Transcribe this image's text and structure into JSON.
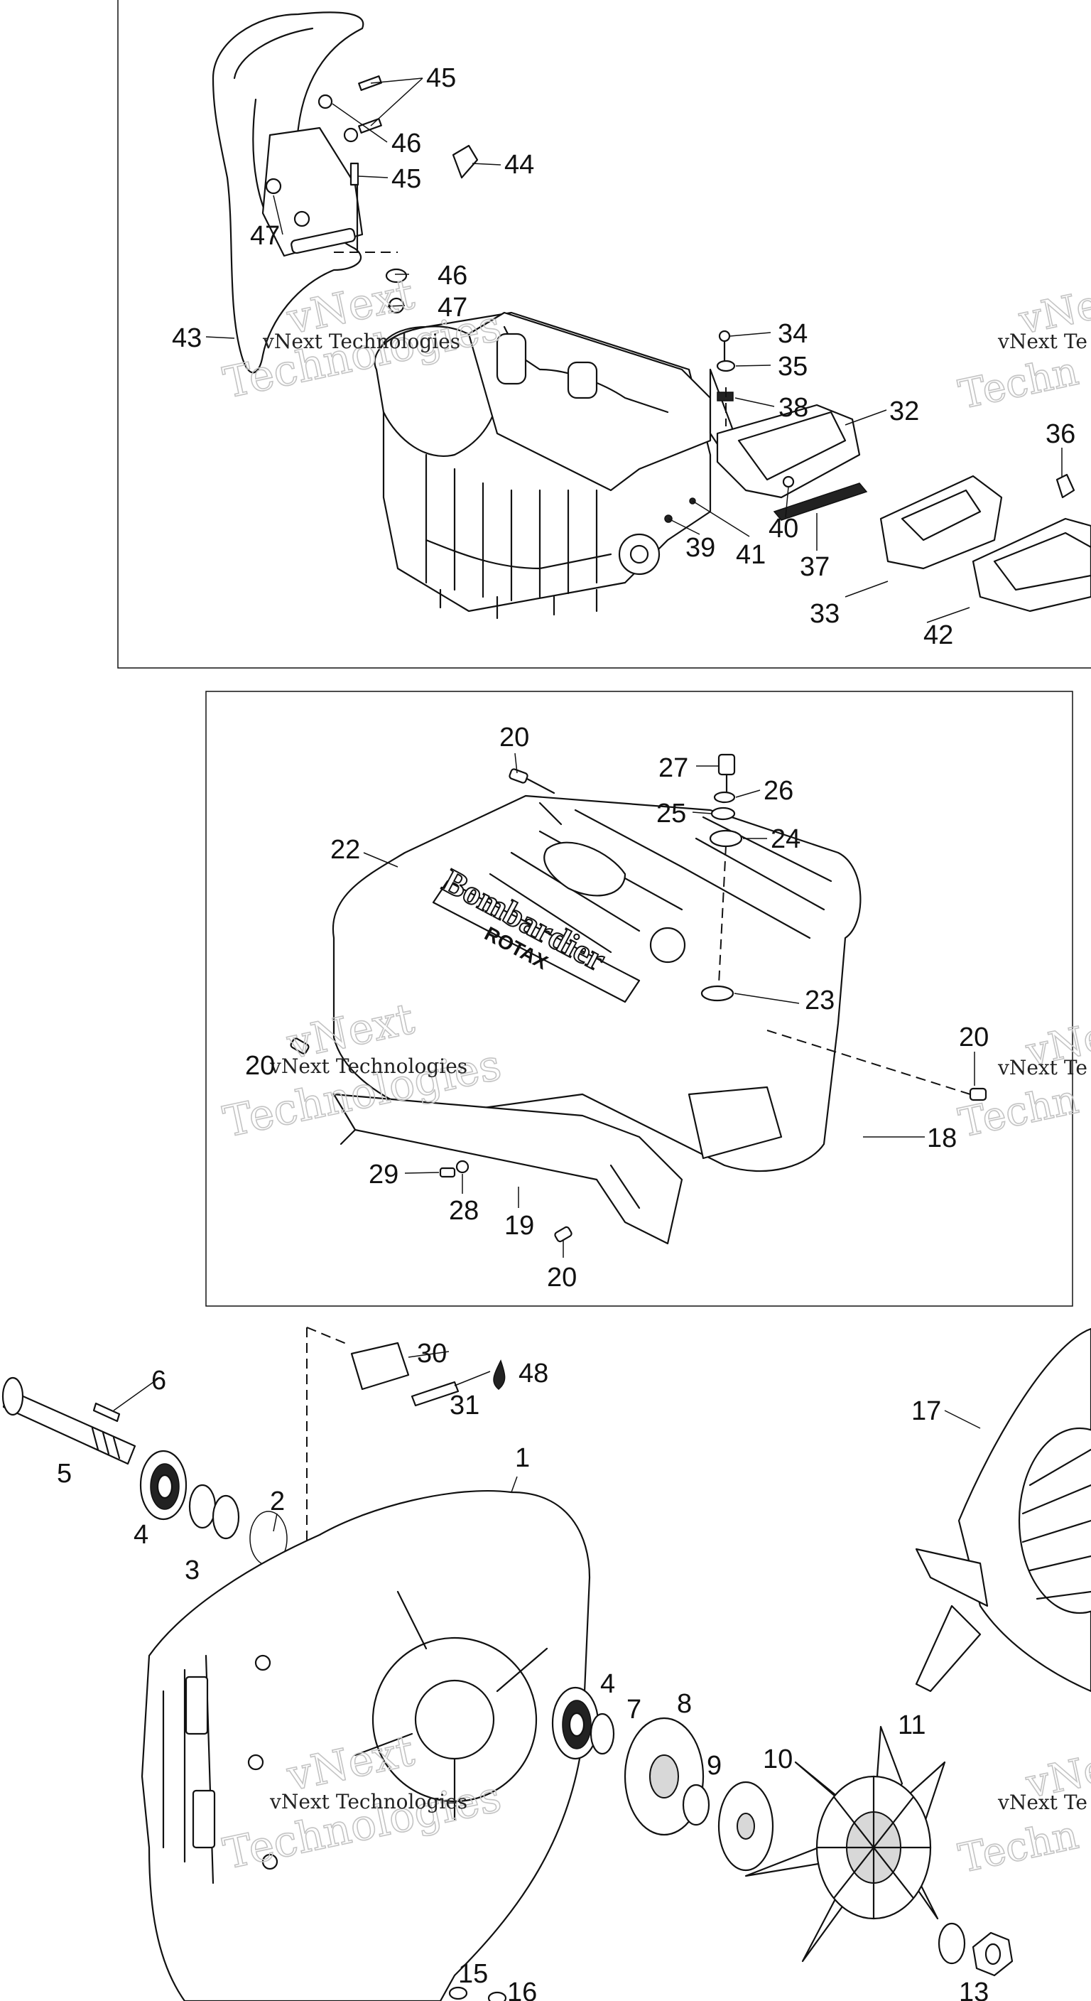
{
  "labels": {
    "p45a": "45",
    "p46a": "46",
    "p44": "44",
    "p45b": "45",
    "p47a": "47",
    "p46b": "46",
    "p47b": "47",
    "p43": "43",
    "p34": "34",
    "p35": "35",
    "p38": "38",
    "p32": "32",
    "p36": "36",
    "p40": "40",
    "p39": "39",
    "p41": "41",
    "p37": "37",
    "p33": "33",
    "p42": "42",
    "p20a": "20",
    "p27": "27",
    "p26": "26",
    "p25": "25",
    "p24": "24",
    "p22": "22",
    "p23": "23",
    "p20b": "20",
    "p20c": "20",
    "p18": "18",
    "p29": "29",
    "p28": "28",
    "p19": "19",
    "p20d": "20",
    "p30": "30",
    "p48": "48",
    "p31": "31",
    "p6": "6",
    "p5": "5",
    "p4a": "4",
    "p3": "3",
    "p2": "2",
    "p1": "1",
    "p17": "17",
    "p4b": "4",
    "p7": "7",
    "p8": "8",
    "p9": "9",
    "p10": "10",
    "p11": "11",
    "p15": "15",
    "p16": "16",
    "p13": "13"
  },
  "cover_logo": {
    "brand": "Bombardier",
    "sub": "ROTAX"
  },
  "watermark": {
    "line1": "vNext Technologies",
    "outline_top": "vNext",
    "outline_bottom": "Technologies",
    "right_top": "vNe",
    "right_mid": "vNext Te",
    "right_bottom": "Techn"
  }
}
